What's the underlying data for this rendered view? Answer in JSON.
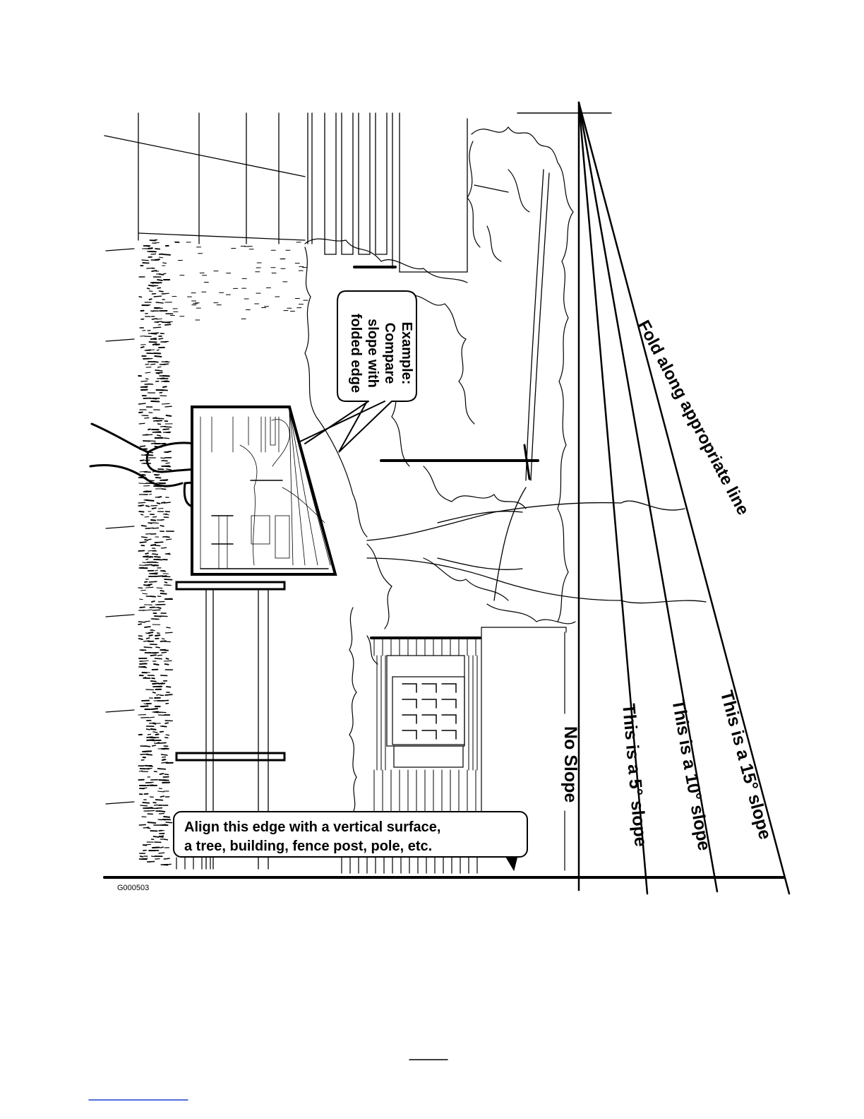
{
  "labels": {
    "fold": "Fold along appropriate line",
    "no_slope": "No Slope",
    "slope_5": "This is a 5° slope",
    "slope_10": "This is a 10° slope",
    "slope_15": "This is a 15° slope"
  },
  "callout": {
    "line1": "Align this edge with a vertical surface,",
    "line2": "a tree, building, fence post, pole, etc."
  },
  "example": {
    "line1": "Example:",
    "line2": "Compare",
    "line3": "slope with",
    "line4": "folded edge"
  },
  "figure_id": "G000503",
  "colors": {
    "ink": "#000000",
    "paper": "#ffffff",
    "footer_link": "#1f3fd0"
  }
}
